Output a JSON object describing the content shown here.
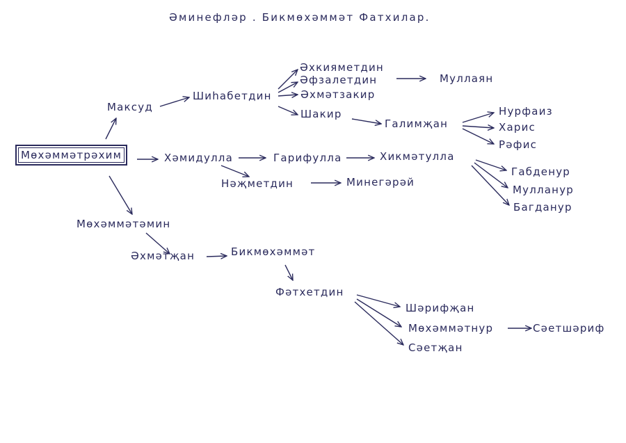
{
  "ink_color": "#2a2a5c",
  "title": "Әминефләр . Бикмөхәммәт Фатхилар.",
  "nodes": {
    "root": "Мөхәммәтрәхим",
    "maksud": "Максуд",
    "shikhabetdin": "Шиһабетдин",
    "ekhkiyametdin": "Әхкияметдин",
    "efzaletdin": "Әфзалетдин",
    "ekhmetzakir": "Әхмәтзакир",
    "shakir": "Шакир",
    "mullayan": "Муллаян",
    "galimzhan": "Галимҗан",
    "nurfaiz": "Нурфаиз",
    "kharis": "Харис",
    "refis": "Рәфис",
    "khamidulla": "Хәмидулла",
    "garifulla": "Гарифулла",
    "khikmetulla": "Хикмәтулла",
    "nezhmetdin": "Нәҗметдин",
    "minegerey": "Минегәрәй",
    "gabdenur": "Габденур",
    "mullanur": "Мулланур",
    "bagdanur": "Багданур",
    "mekhemmetemin": "Мөхәммәтәмин",
    "ekhmetzhan": "Әхмәтҗан",
    "bikmokhemmet": "Бикмөхәммәт",
    "fetkhetdin": "Фәтхетдин",
    "sherifzhan": "Шәрифҗан",
    "mokhemmetnur": "Мөхәммәтнур",
    "seetsherif": "Сәетшәриф",
    "seetzhan": "Сәетҗан"
  }
}
